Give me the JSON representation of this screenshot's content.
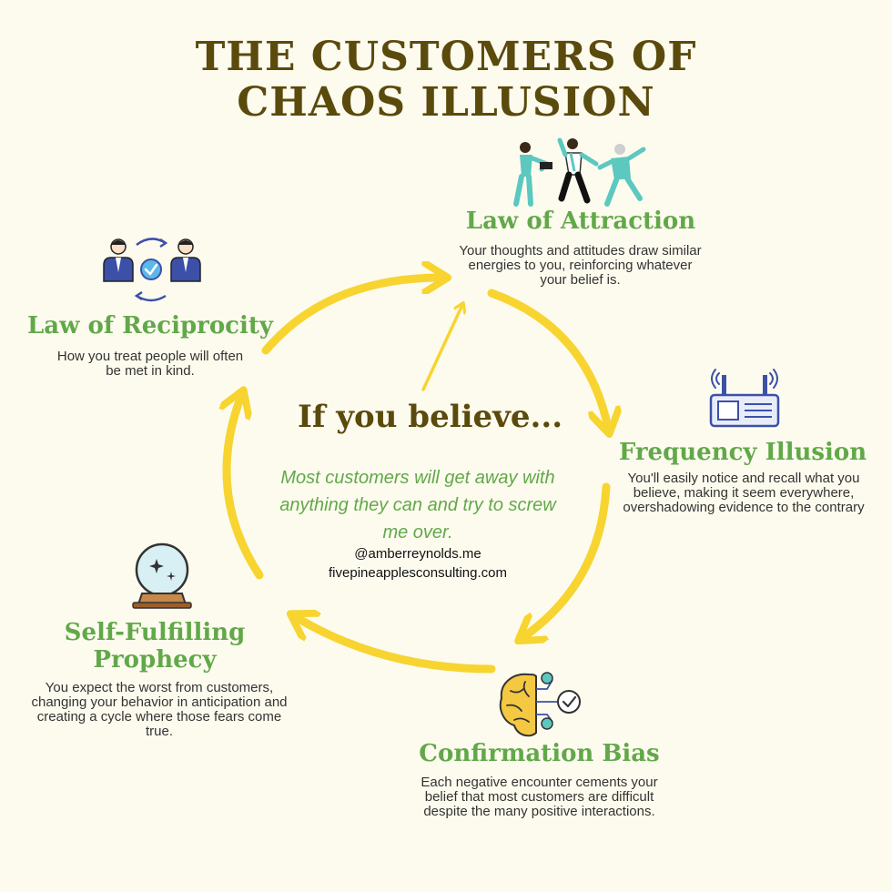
{
  "title": {
    "line1": "THE CUSTOMERS OF",
    "line2": "CHAOS ILLUSION"
  },
  "center": {
    "heading": "If you believe...",
    "quote": "Most customers will get away with anything they can and try to screw me over.",
    "handle": "@amberreynolds.me",
    "website": "fivepineapplesconsulting.com"
  },
  "nodes": {
    "attraction": {
      "title": "Law of Attraction",
      "description": "Your thoughts and attitudes draw similar energies to you, reinforcing whatever your belief is.",
      "icon": "dancing-people-icon"
    },
    "frequency": {
      "title": "Frequency Illusion",
      "description": "You'll easily notice and recall what you believe, making it seem everywhere, overshadowing evidence to the contrary",
      "icon": "radio-antenna-icon"
    },
    "confirmation": {
      "title": "Confirmation Bias",
      "description": "Each negative encounter cements your belief that most customers are difficult despite the many positive interactions.",
      "icon": "brain-check-icon"
    },
    "prophecy": {
      "title_line1": "Self-Fulfilling",
      "title_line2": "Prophecy",
      "description": "You expect the worst from customers, changing your behavior in anticipation and creating a cycle where those fears come true.",
      "icon": "crystal-ball-icon"
    },
    "reciprocity": {
      "title": "Law of Reciprocity",
      "description": "How you treat people will often be met in kind.",
      "icon": "exchange-people-icon"
    }
  },
  "colors": {
    "background": "#fdfbee",
    "title": "#5a4a0c",
    "accent_green": "#62a84a",
    "arrow_yellow": "#f7d430",
    "icon_blue": "#3c50a8",
    "icon_teal": "#5cc8c0"
  }
}
